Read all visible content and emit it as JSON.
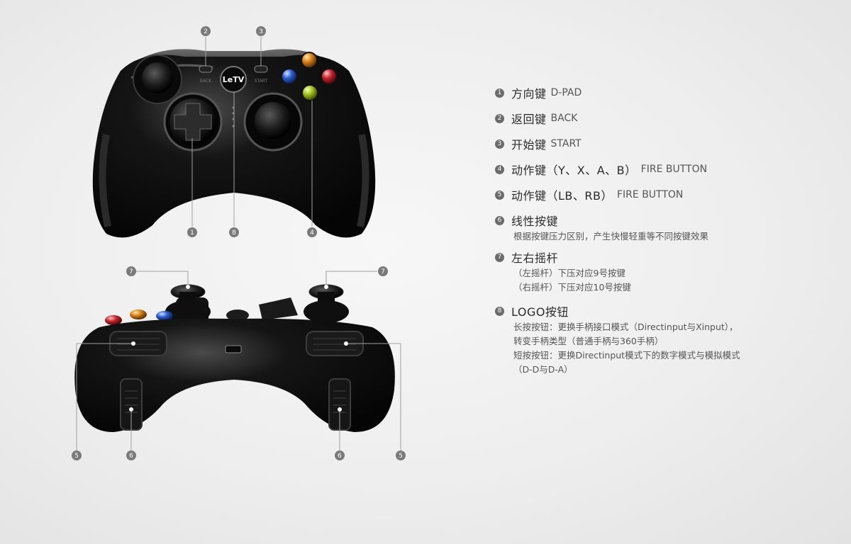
{
  "colors": {
    "background": "#ececec",
    "controller_body": "#0d0d0d",
    "callout_line": "#9a9a9a",
    "badge": "#6b6b6b",
    "button_y": "#d9821b",
    "button_x": "#2a5fcf",
    "button_b": "#c4262b",
    "button_a": "#a6c21a"
  },
  "controller": {
    "logo_text": "LeTV",
    "back_label": "BACK",
    "start_label": "START"
  },
  "callouts": {
    "front": [
      "2",
      "3",
      "1",
      "8",
      "4"
    ],
    "back": [
      "7",
      "7",
      "5",
      "6",
      "6",
      "5"
    ]
  },
  "legend": [
    {
      "num": "1",
      "zh": "方向键",
      "en": "D-PAD",
      "desc": []
    },
    {
      "num": "2",
      "zh": "返回键",
      "en": "BACK",
      "desc": []
    },
    {
      "num": "3",
      "zh": "开始键",
      "en": "START",
      "desc": []
    },
    {
      "num": "4",
      "zh": "动作键（Y、X、A、B）",
      "en": "FIRE BUTTON",
      "desc": []
    },
    {
      "num": "5",
      "zh": "动作键（LB、RB）",
      "en": "FIRE BUTTON",
      "desc": []
    },
    {
      "num": "6",
      "zh": "线性按键",
      "en": "",
      "desc": [
        "根据按键压力区别，产生快慢轻重等不同按键效果"
      ]
    },
    {
      "num": "7",
      "zh": "左右摇杆",
      "en": "",
      "desc": [
        "（左摇杆）下压对应9号按键",
        "（右摇杆）下压对应10号按键"
      ]
    },
    {
      "num": "8",
      "zh": "LOGO按钮",
      "en": "",
      "desc": [
        "长按按钮：更换手柄接口模式（Directinput与Xinput），",
        "转变手柄类型（普通手柄与360手柄）",
        "短按按钮：更换Directinput模式下的数字模式与模拟模式",
        "（D-D与D-A）"
      ]
    }
  ]
}
